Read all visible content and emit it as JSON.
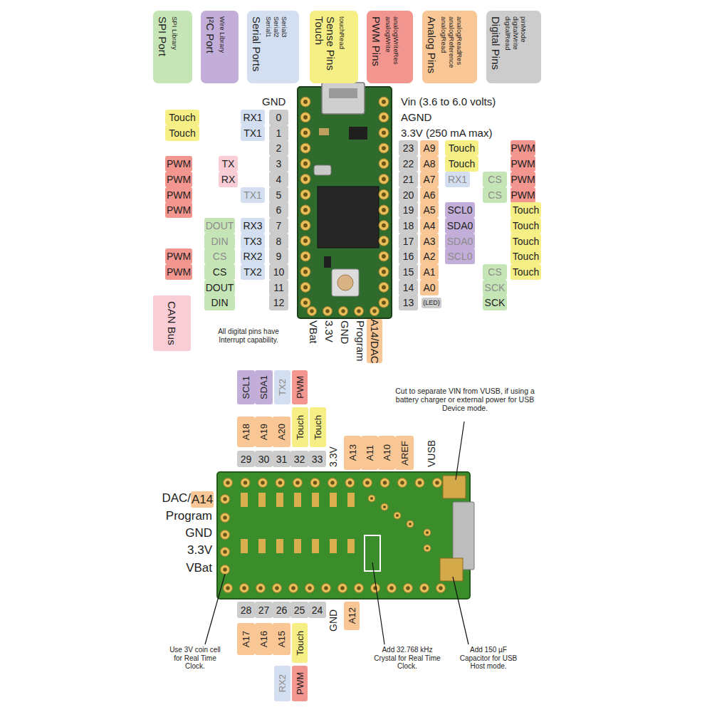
{
  "diagram": {
    "nodes": [
      {
        "text": [
          "SPI Port",
          "SPI Library"
        ]
      },
      {
        "text": [
          "I²C Port",
          "Wire Library"
        ]
      },
      {
        "text": [
          "Serial Ports",
          "Serial1",
          "Serial2",
          "Serial3"
        ]
      },
      {
        "text": [
          "Touch Sense Pins",
          "touchRead"
        ]
      },
      {
        "text": [
          "PWM Pins",
          "analogWrite",
          "analogWriteRes"
        ]
      },
      {
        "text": [
          "Analog Pins",
          "analogRead",
          "analogReference",
          "analogReadRes"
        ]
      },
      {
        "text": [
          "Digital Pins",
          "digitalRead",
          "digitalWrite",
          "pinMode"
        ]
      },
      {
        "text": [
          "Touch"
        ]
      },
      {
        "text": [
          "RX1"
        ]
      },
      {
        "text": [
          "0"
        ]
      },
      {
        "text": [
          "Touch"
        ]
      },
      {
        "text": [
          "TX1"
        ]
      },
      {
        "text": [
          "1"
        ]
      },
      {
        "text": [
          "2"
        ]
      },
      {
        "text": [
          "PWM"
        ]
      },
      {
        "text": [
          "TX"
        ]
      },
      {
        "text": [
          "3"
        ]
      },
      {
        "text": [
          "PWM"
        ]
      },
      {
        "text": [
          "RX"
        ]
      },
      {
        "text": [
          "4"
        ]
      },
      {
        "text": [
          "PWM"
        ]
      },
      {
        "text": [
          "TX1"
        ]
      },
      {
        "text": [
          "5"
        ]
      },
      {
        "text": [
          "PWM"
        ]
      },
      {
        "text": [
          "6"
        ]
      },
      {
        "text": [
          "DOUT"
        ]
      },
      {
        "text": [
          "RX3"
        ]
      },
      {
        "text": [
          "7"
        ]
      },
      {
        "text": [
          "DIN"
        ]
      },
      {
        "text": [
          "TX3"
        ]
      },
      {
        "text": [
          "8"
        ]
      },
      {
        "text": [
          "PWM"
        ]
      },
      {
        "text": [
          "CS"
        ]
      },
      {
        "text": [
          "RX2"
        ]
      },
      {
        "text": [
          "9"
        ]
      },
      {
        "text": [
          "PWM"
        ]
      },
      {
        "text": [
          "CS"
        ]
      },
      {
        "text": [
          "TX2"
        ]
      },
      {
        "text": [
          "10"
        ]
      },
      {
        "text": [
          "DOUT"
        ]
      },
      {
        "text": [
          "11"
        ]
      },
      {
        "text": [
          "DIN"
        ]
      },
      {
        "text": [
          "12"
        ]
      },
      {
        "text": [
          "CAN Bus"
        ]
      },
      {
        "text": [
          "23"
        ]
      },
      {
        "text": [
          "A9"
        ]
      },
      {
        "text": [
          "Touch"
        ]
      },
      {
        "text": [
          "PWM"
        ]
      },
      {
        "text": [
          "22"
        ]
      },
      {
        "text": [
          "A8"
        ]
      },
      {
        "text": [
          "Touch"
        ]
      },
      {
        "text": [
          "PWM"
        ]
      },
      {
        "text": [
          "21"
        ]
      },
      {
        "text": [
          "A7"
        ]
      },
      {
        "text": [
          "RX1"
        ]
      },
      {
        "text": [
          "CS"
        ]
      },
      {
        "text": [
          "PWM"
        ]
      },
      {
        "text": [
          "20"
        ]
      },
      {
        "text": [
          "A6"
        ]
      },
      {
        "text": [
          "CS"
        ]
      },
      {
        "text": [
          "PWM"
        ]
      },
      {
        "text": [
          "19"
        ]
      },
      {
        "text": [
          "A5"
        ]
      },
      {
        "text": [
          "SCL0"
        ]
      },
      {
        "text": [
          "Touch"
        ]
      },
      {
        "text": [
          "18"
        ]
      },
      {
        "text": [
          "A4"
        ]
      },
      {
        "text": [
          "SDA0"
        ]
      },
      {
        "text": [
          "Touch"
        ]
      },
      {
        "text": [
          "17"
        ]
      },
      {
        "text": [
          "A3"
        ]
      },
      {
        "text": [
          "SDA0"
        ]
      },
      {
        "text": [
          "Touch"
        ]
      },
      {
        "text": [
          "16"
        ]
      },
      {
        "text": [
          "A2"
        ]
      },
      {
        "text": [
          "SCL0"
        ]
      },
      {
        "text": [
          "Touch"
        ]
      },
      {
        "text": [
          "15"
        ]
      },
      {
        "text": [
          "A1"
        ]
      },
      {
        "text": [
          "CS"
        ]
      },
      {
        "text": [
          "Touch"
        ]
      },
      {
        "text": [
          "14"
        ]
      },
      {
        "text": [
          "A0"
        ]
      },
      {
        "text": [
          "SCK"
        ]
      },
      {
        "text": [
          "13"
        ]
      },
      {
        "text": [
          "(LED)"
        ]
      },
      {
        "text": [
          "SCK"
        ]
      },
      {
        "text": [
          "A14/DAC"
        ]
      },
      {
        "text": [
          "SCL1"
        ]
      },
      {
        "text": [
          "SDA1"
        ]
      },
      {
        "text": [
          "TX2"
        ]
      },
      {
        "text": [
          "PWM"
        ]
      },
      {
        "text": [
          "A18"
        ]
      },
      {
        "text": [
          "A19"
        ]
      },
      {
        "text": [
          "A20"
        ]
      },
      {
        "text": [
          "Touch"
        ]
      },
      {
        "text": [
          "Touch"
        ]
      },
      {
        "text": [
          "29"
        ]
      },
      {
        "text": [
          "30"
        ]
      },
      {
        "text": [
          "31"
        ]
      },
      {
        "text": [
          "32"
        ]
      },
      {
        "text": [
          "33"
        ]
      },
      {
        "text": [
          "A13"
        ]
      },
      {
        "text": [
          "A11"
        ]
      },
      {
        "text": [
          "A10"
        ]
      },
      {
        "text": [
          "AREF"
        ]
      },
      {
        "text": [
          "A14"
        ]
      },
      {
        "text": [
          "28"
        ]
      },
      {
        "text": [
          "27"
        ]
      },
      {
        "text": [
          "26"
        ]
      },
      {
        "text": [
          "25"
        ]
      },
      {
        "text": [
          "24"
        ]
      },
      {
        "text": [
          "A12"
        ]
      },
      {
        "text": [
          "A17"
        ]
      },
      {
        "text": [
          "A16"
        ]
      },
      {
        "text": [
          "A15"
        ]
      },
      {
        "text": [
          "Touch"
        ]
      },
      {
        "text": [
          "RX2"
        ]
      },
      {
        "text": [
          "PWM"
        ]
      }
    ],
    "labels": [
      "GND",
      "Vin (3.6 to 6.0 volts)",
      "AGND",
      "3.3V (250 mA max)",
      "All digital pins have Interrupt capability.",
      "VBat",
      "3.3V",
      "GND",
      "Program",
      "3.3V",
      "VUSB",
      "Cut to separate VIN from VUSB, if using a battery charger or external power for USB Device mode.",
      "DAC/",
      "Program",
      "GND",
      "3.3V",
      "VBat",
      "GND",
      "Use 3V coin cell for Real Time Clock.",
      "Add 32.768 kHz Crystal for Real Time Clock.",
      "Add 150 µF Capacitor for USB Host mode."
    ]
  }
}
